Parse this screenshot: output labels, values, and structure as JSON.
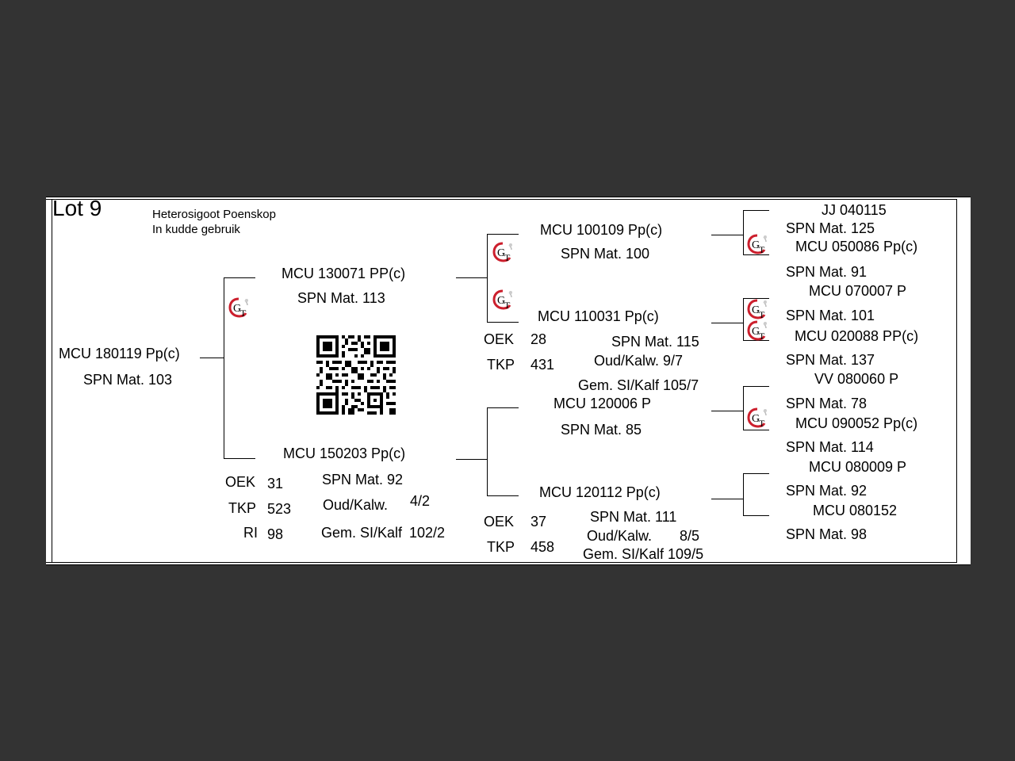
{
  "header": {
    "lot": "Lot 9",
    "note_line1": "Heterosigoot Poenskop",
    "note_line2": "In kudde gebruik"
  },
  "subject": {
    "id": "MCU 180119  Pp(c)",
    "spn": "SPN Mat. 103"
  },
  "sire": {
    "id": "MCU 130071  PP(c)",
    "spn": "SPN Mat. 113"
  },
  "dam": {
    "id": "MCU 150203  Pp(c)",
    "spn": "SPN Mat. 92",
    "oek_label": "OEK",
    "oek": "31",
    "tkp_label": "TKP",
    "tkp": "523",
    "ri_label": "RI",
    "ri": "98",
    "oud_label": "Oud/Kalw.",
    "oud": "4/2",
    "gem_label": "Gem. SI/Kalf",
    "gem": "102/2"
  },
  "gen3": {
    "ss": {
      "id": "MCU 100109  Pp(c)",
      "spn": "SPN Mat. 100"
    },
    "sd": {
      "id": "MCU 110031   Pp(c)",
      "spn": "SPN Mat. 115",
      "oek_label": "OEK",
      "oek": "28",
      "tkp_label": "TKP",
      "tkp": "431",
      "oud": "Oud/Kalw.  9/7",
      "gem": "Gem. SI/Kalf  105/7"
    },
    "ds": {
      "id": "MCU 120006  P",
      "spn": "SPN Mat. 85"
    },
    "dd": {
      "id": "MCU 120112  Pp(c)",
      "spn": "SPN Mat. 111",
      "oek_label": "OEK",
      "oek": "37",
      "tkp_label": "TKP",
      "tkp": "458",
      "oud_label": "Oud/Kalw.",
      "oud": "8/5",
      "gem": "Gem. SI/Kalf  109/5"
    }
  },
  "gen4": [
    {
      "id": "JJ  040115",
      "spn": "SPN Mat. 125"
    },
    {
      "id": "MCU 050086  Pp(c)",
      "spn": "SPN Mat. 91"
    },
    {
      "id": "MCU 070007  P",
      "spn": "SPN Mat. 101"
    },
    {
      "id": "MCU 020088  PP(c)",
      "spn": "SPN Mat. 137"
    },
    {
      "id": "VV  080060  P",
      "spn": "SPN Mat. 78"
    },
    {
      "id": "MCU 090052  Pp(c)",
      "spn": "SPN Mat. 114"
    },
    {
      "id": "MCU 080009  P",
      "spn": "SPN Mat. 92"
    },
    {
      "id": "MCU 080152",
      "spn": "SPN Mat. 98"
    }
  ],
  "icons": {
    "logo": "gt-logo-icon",
    "qr": "qr-code-icon"
  },
  "colors": {
    "page_bg": "#333333",
    "sheet_bg": "#ffffff",
    "logo_red": "#cc1f2d"
  }
}
